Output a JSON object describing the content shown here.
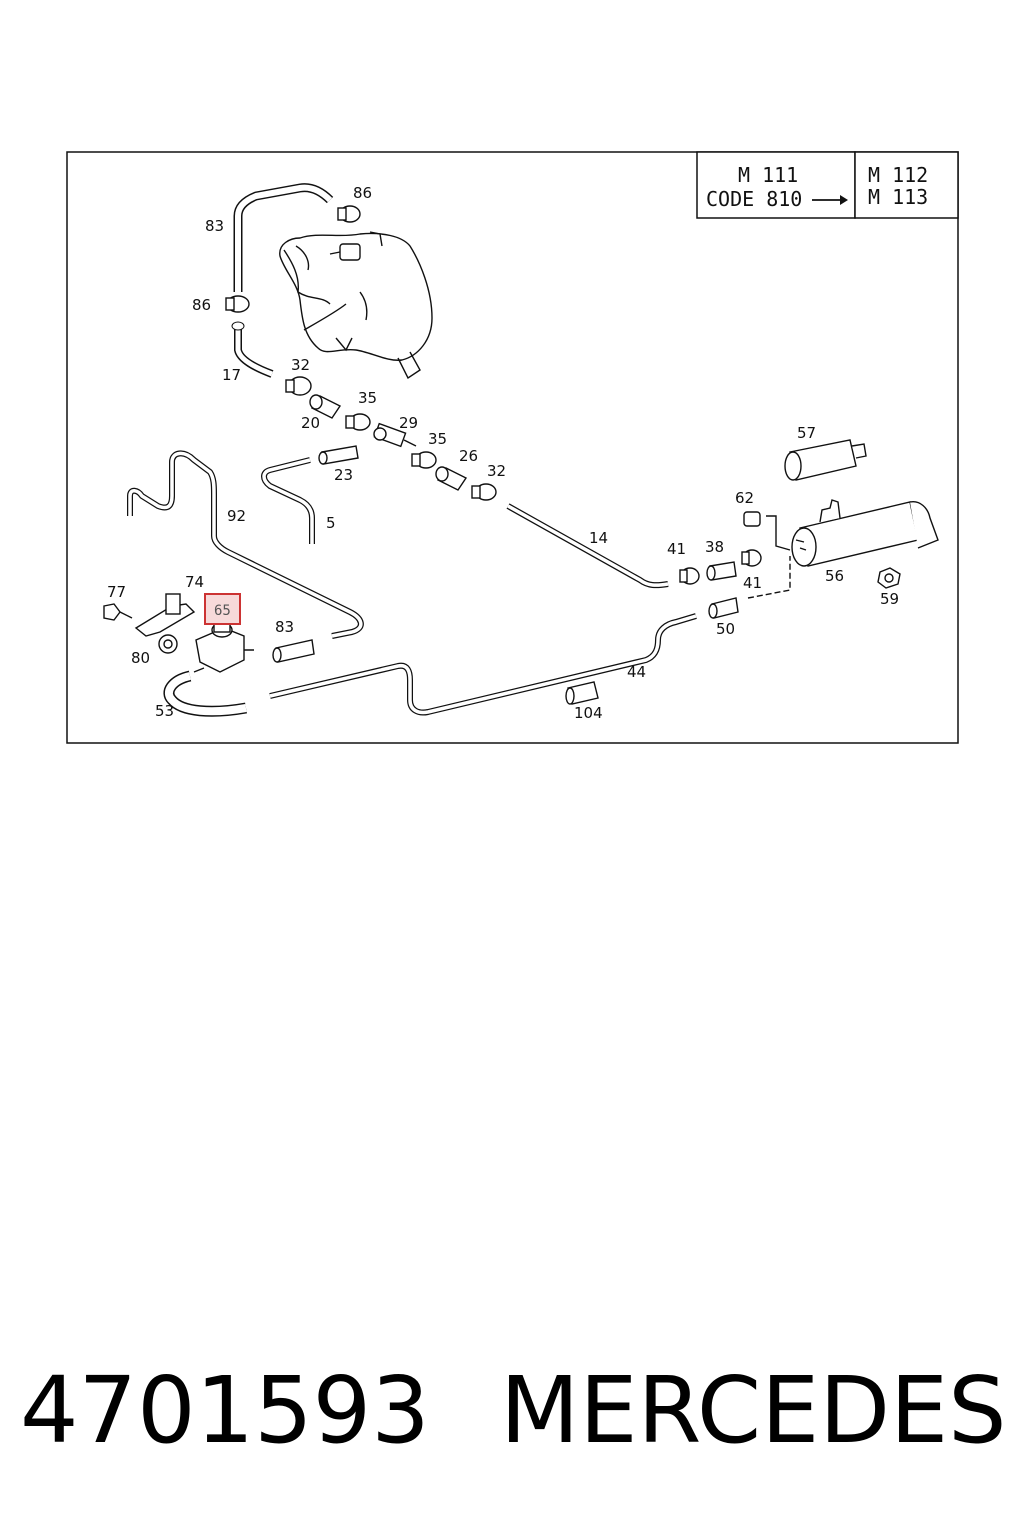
{
  "header": {
    "m111": "M 111",
    "code810": "CODE 810",
    "arrow": "→",
    "m112": "M 112",
    "m113": "M 113"
  },
  "highlight": {
    "label": "65",
    "color": "#cc3333"
  },
  "labels": {
    "l5": "5",
    "l14": "14",
    "l17": "17",
    "l20": "20",
    "l23": "23",
    "l26": "26",
    "l29": "29",
    "l32a": "32",
    "l32b": "32",
    "l35a": "35",
    "l35b": "35",
    "l38": "38",
    "l41a": "41",
    "l41b": "41",
    "l44": "44",
    "l50": "50",
    "l53": "53",
    "l56": "56",
    "l57": "57",
    "l59": "59",
    "l62": "62",
    "l74": "74",
    "l77": "77",
    "l80": "80",
    "l83a": "83",
    "l83b": "83",
    "l86a": "86",
    "l86b": "86",
    "l92": "92",
    "l104": "104"
  },
  "footer": {
    "part_number": "4701593",
    "brand": "MERCEDES"
  }
}
